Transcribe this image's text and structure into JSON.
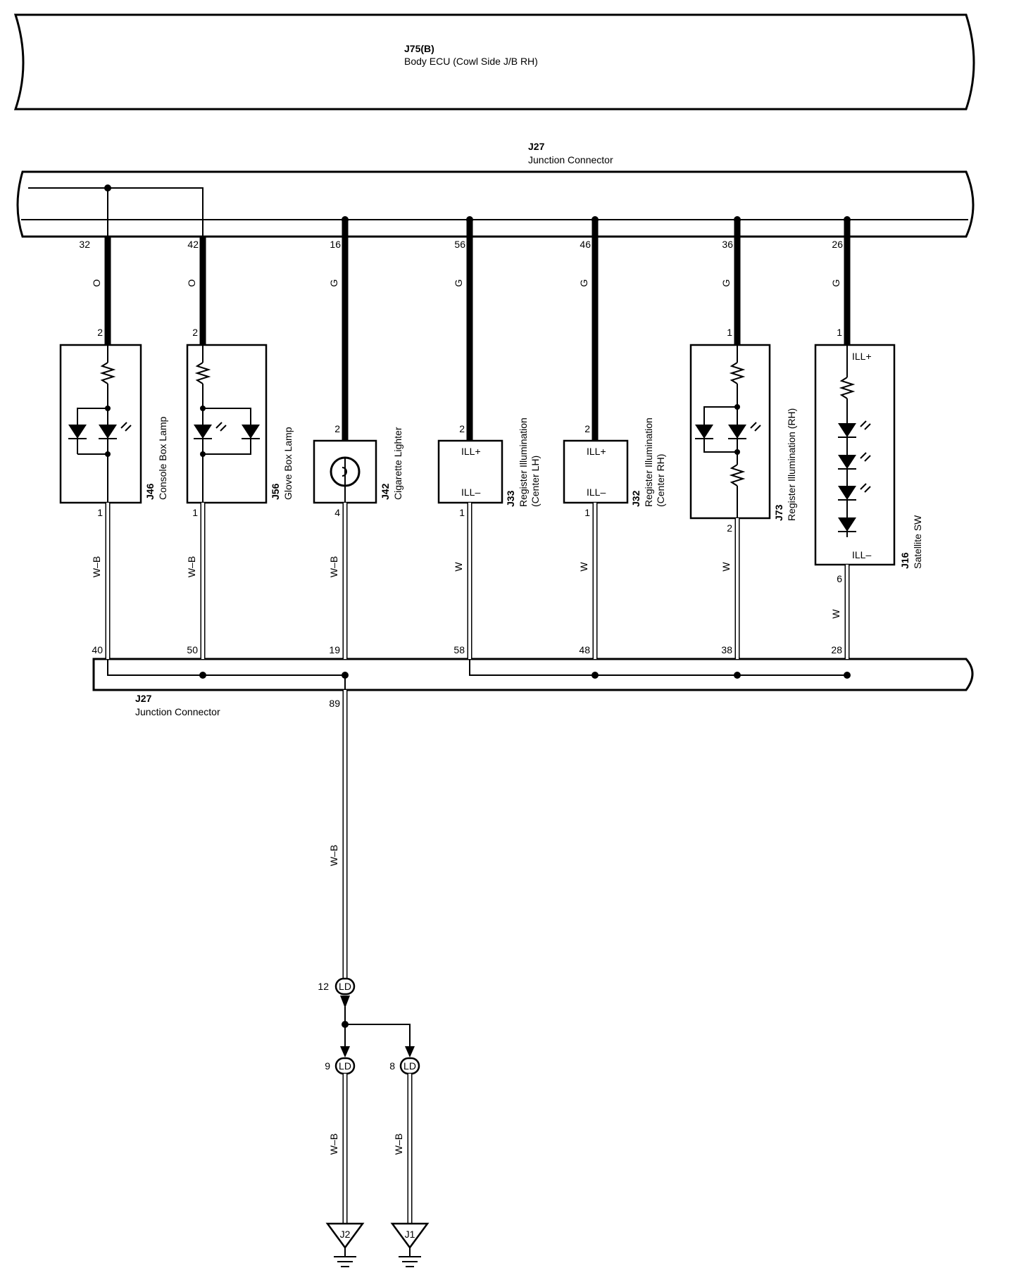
{
  "ecu": {
    "code": "J75(B)",
    "name": "Body ECU (Cowl Side J/B RH)"
  },
  "junction_top": {
    "code": "J27",
    "name": "Junction Connector"
  },
  "junction_bottom": {
    "code": "J27",
    "name": "Junction Connector"
  },
  "components": [
    {
      "code": "J46",
      "name": "Console Box Lamp",
      "name2": "",
      "top_pin": "32",
      "color_top": "O",
      "in_pin": "2",
      "out_pin": "1",
      "color_bot": "W–B",
      "bot_pin": "40"
    },
    {
      "code": "J56",
      "name": "Glove Box Lamp",
      "name2": "",
      "top_pin": "42",
      "color_top": "O",
      "in_pin": "2",
      "out_pin": "1",
      "color_bot": "W–B",
      "bot_pin": "50"
    },
    {
      "code": "J42",
      "name": "Cigarette Lighter",
      "name2": "",
      "top_pin": "16",
      "color_top": "G",
      "in_pin": "2",
      "out_pin": "4",
      "color_bot": "W–B",
      "bot_pin": "19"
    },
    {
      "code": "J33",
      "name": "Register Illumination",
      "name2": "(Center LH)",
      "top_pin": "56",
      "color_top": "G",
      "in_pin": "2",
      "out_pin": "1",
      "color_bot": "W",
      "bot_pin": "58",
      "terminal_plus": "ILL+",
      "terminal_minus": "ILL–"
    },
    {
      "code": "J32",
      "name": "Register Illumination",
      "name2": "(Center RH)",
      "top_pin": "46",
      "color_top": "G",
      "in_pin": "2",
      "out_pin": "1",
      "color_bot": "W",
      "bot_pin": "48",
      "terminal_plus": "ILL+",
      "terminal_minus": "ILL–"
    },
    {
      "code": "J73",
      "name": "Register Illumination (RH)",
      "name2": "",
      "top_pin": "36",
      "color_top": "G",
      "in_pin": "1",
      "out_pin": "2",
      "color_bot": "W",
      "bot_pin": "38"
    },
    {
      "code": "J16",
      "name": "Satellite SW",
      "name2": "",
      "top_pin": "26",
      "color_top": "G",
      "in_pin": "1",
      "out_pin": "6",
      "color_bot": "W",
      "bot_pin": "28",
      "terminal_plus": "ILL+",
      "terminal_minus": "ILL–"
    }
  ],
  "ground_run": {
    "pin": "89",
    "color": "W–B"
  },
  "connector_ld": {
    "name": "LD",
    "pin_in": "12",
    "pin_a": "9",
    "pin_b": "8",
    "color_a": "W–B",
    "color_b": "W–B"
  },
  "grounds": [
    "J2",
    "J1"
  ]
}
